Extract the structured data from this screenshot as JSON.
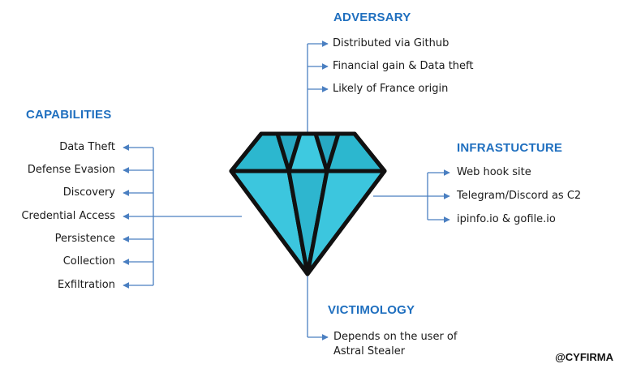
{
  "adversary": {
    "title": "ADVERSARY",
    "items": [
      "Distributed via Github",
      "Financial gain & Data theft",
      "Likely of France origin"
    ]
  },
  "capabilities": {
    "title": "CAPABILITIES",
    "items": [
      "Data Theft",
      "Defense Evasion",
      "Discovery",
      "Credential Access",
      "Persistence",
      "Collection",
      "Exfiltration"
    ]
  },
  "infrastructure": {
    "title": "INFRASTUCTURE",
    "items": [
      "Web hook site",
      "Telegram/Discord as C2",
      "ipinfo.io & gofile.io"
    ]
  },
  "victimology": {
    "title": "VICTIMOLOGY",
    "items": [
      "Depends on the user of",
      "Astral Stealer"
    ]
  },
  "branding": {
    "text": "@CYFIRMA"
  },
  "colors": {
    "heading": "#1f6fbf",
    "connector": "#4a7fc1",
    "diamond_light": "#3ec9e0",
    "diamond_dark": "#27a9c4",
    "outline": "#111111"
  }
}
